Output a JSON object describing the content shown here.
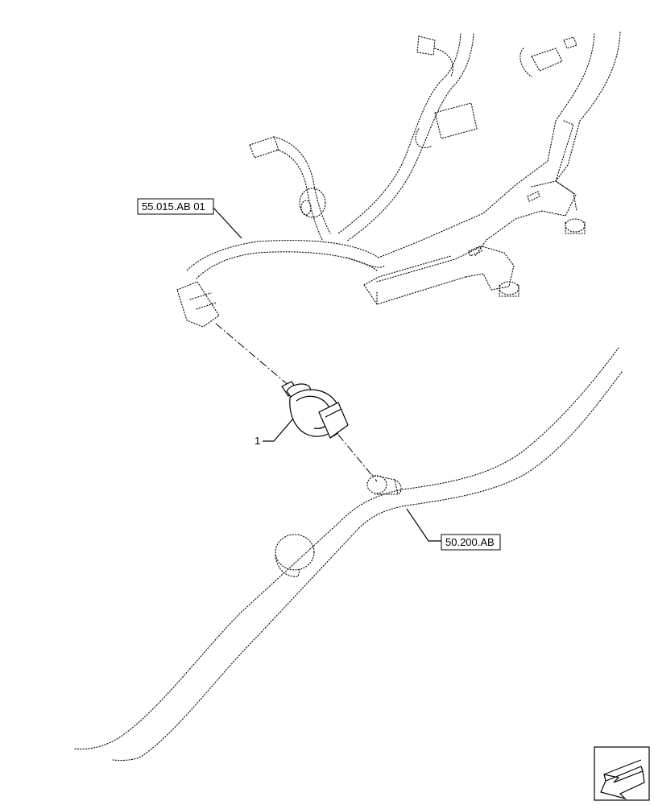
{
  "callouts": {
    "ref_top": "55.015.AB 01",
    "ref_bottom": "50.200.AB",
    "item_number": "1"
  },
  "icons": {
    "orientation": "arrow-icon"
  }
}
